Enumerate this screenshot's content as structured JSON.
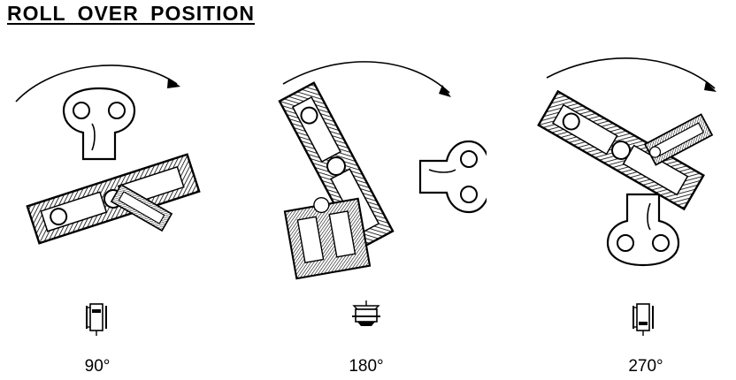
{
  "title": "ROLL OVER POSITION",
  "positions": [
    {
      "angle": "90°",
      "icon": "valve-side-icon"
    },
    {
      "angle": "180°",
      "icon": "valve-bottom-icon"
    },
    {
      "angle": "270°",
      "icon": "valve-side-icon"
    }
  ]
}
